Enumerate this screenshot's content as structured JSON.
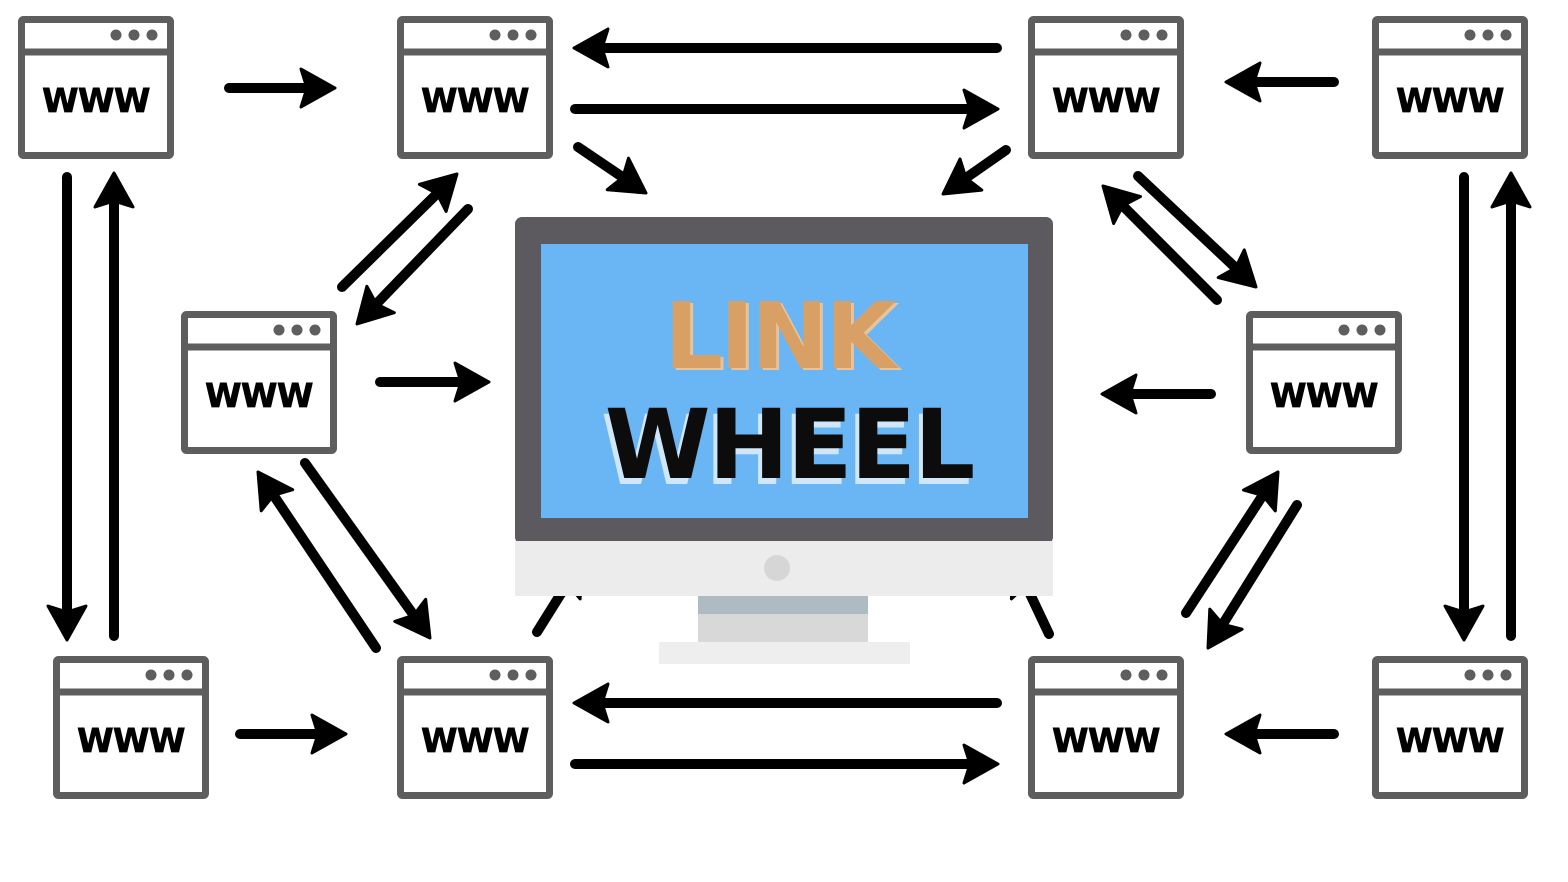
{
  "center": {
    "line1": "LINK",
    "line2": "WHEEL"
  },
  "site_label": "WWW",
  "sites": [
    {
      "name": "site-top-left"
    },
    {
      "name": "site-top-inner-left"
    },
    {
      "name": "site-top-inner-right"
    },
    {
      "name": "site-top-right"
    },
    {
      "name": "site-middle-left"
    },
    {
      "name": "site-middle-right"
    },
    {
      "name": "site-bottom-left"
    },
    {
      "name": "site-bottom-inner-left"
    },
    {
      "name": "site-bottom-inner-right"
    },
    {
      "name": "site-bottom-right"
    }
  ],
  "colors": {
    "window_frame": "#5e5e5e",
    "arrow": "#000000",
    "monitor_bezel": "#5d5a5f",
    "screen": "#6ab6f5",
    "link_text": "#d9a066",
    "wheel_text": "#0c0c0c",
    "monitor_chin": "#ececec",
    "stand": "#aebbc3"
  }
}
